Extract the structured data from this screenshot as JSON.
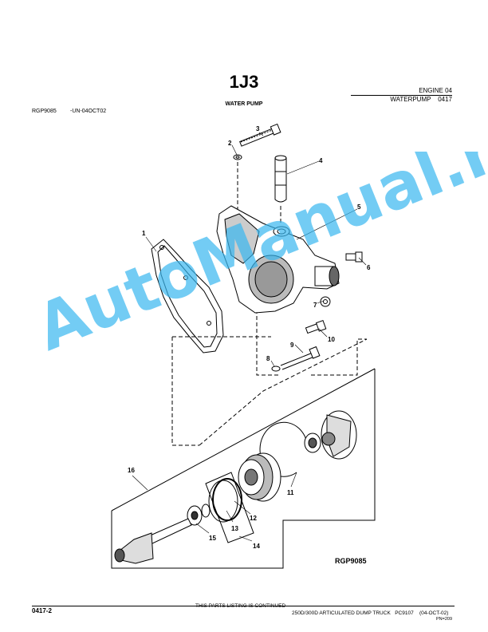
{
  "page": {
    "title": "1J3",
    "group": "ENGINE",
    "group_code": "04",
    "subgroup": "WATERPUMP",
    "subgroup_code": "0417",
    "section_title": "WATER PUMP",
    "figure_id": "RGP9085",
    "figure_code": "-UN-04OCT02",
    "figure_label": "RGP9085"
  },
  "callouts": [
    "1",
    "2",
    "3",
    "4",
    "5",
    "6",
    "7",
    "8",
    "9",
    "10",
    "11",
    "12",
    "13",
    "14",
    "15",
    "16"
  ],
  "watermark": {
    "text": "AutoManual.net",
    "color": "#38b6ef"
  },
  "footer": {
    "page_number": "0417-2",
    "continued": "THIS PARTS LISTING IS CONTINUED",
    "model": "250D/300D ARTICULATED DUMP TRUCK",
    "catalog": "PC9107",
    "date": "(04-OCT-02)",
    "pn": "PN=209"
  }
}
